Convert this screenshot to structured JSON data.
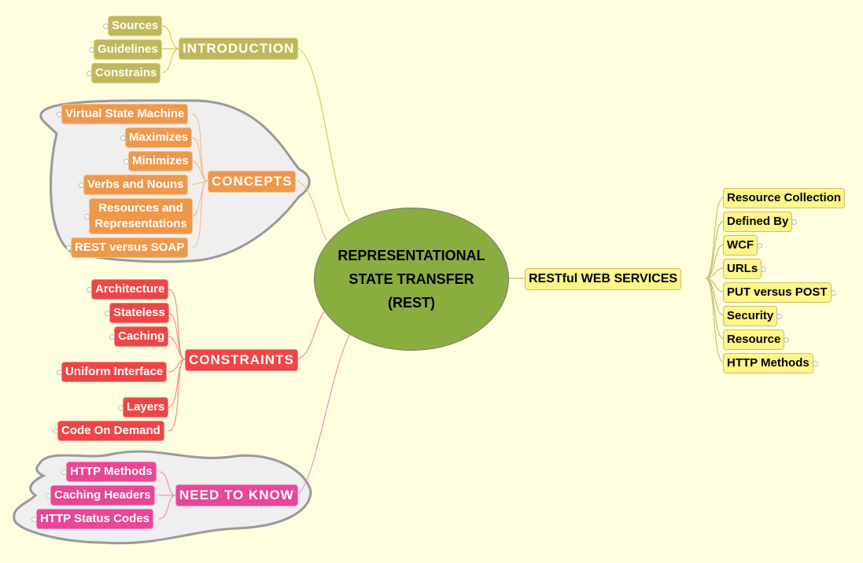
{
  "central_topic": {
    "lines": [
      "REPRESENTATIONAL",
      "STATE TRANSFER",
      "(REST)"
    ],
    "color": "#8aad3f"
  },
  "branches": {
    "introduction": {
      "label": "INTRODUCTION",
      "color": "#bfb85a",
      "children": [
        "Sources",
        "Guidelines",
        "Constrains"
      ]
    },
    "concepts": {
      "label": "CONCEPTS",
      "color": "#f0984a",
      "children": [
        "Virtual State Machine",
        "Maximizes",
        "Minimizes",
        "Verbs and Nouns",
        "Resources and Representations",
        "REST versus SOAP"
      ]
    },
    "constraints": {
      "label": "CONSTRAINTS",
      "color": "#ee4646",
      "children": [
        "Architecture",
        "Stateless",
        "Caching",
        "Uniform Interface",
        "Layers",
        "Code On Demand"
      ]
    },
    "need_to_know": {
      "label": "NEED TO KNOW",
      "color": "#ea4696",
      "children": [
        "HTTP Methods",
        "Caching Headers",
        "HTTP Status Codes"
      ]
    },
    "restful": {
      "label": "RESTful WEB SERVICES",
      "color": "#fff588",
      "children": [
        "Resource Collection",
        "Defined By",
        "WCF",
        "URLs",
        "PUT versus POST",
        "Security",
        "Resource",
        "HTTP Methods"
      ]
    }
  },
  "boundary_fill": "#efefef",
  "boundary_stroke": "#999999",
  "background": "#ffffdf"
}
